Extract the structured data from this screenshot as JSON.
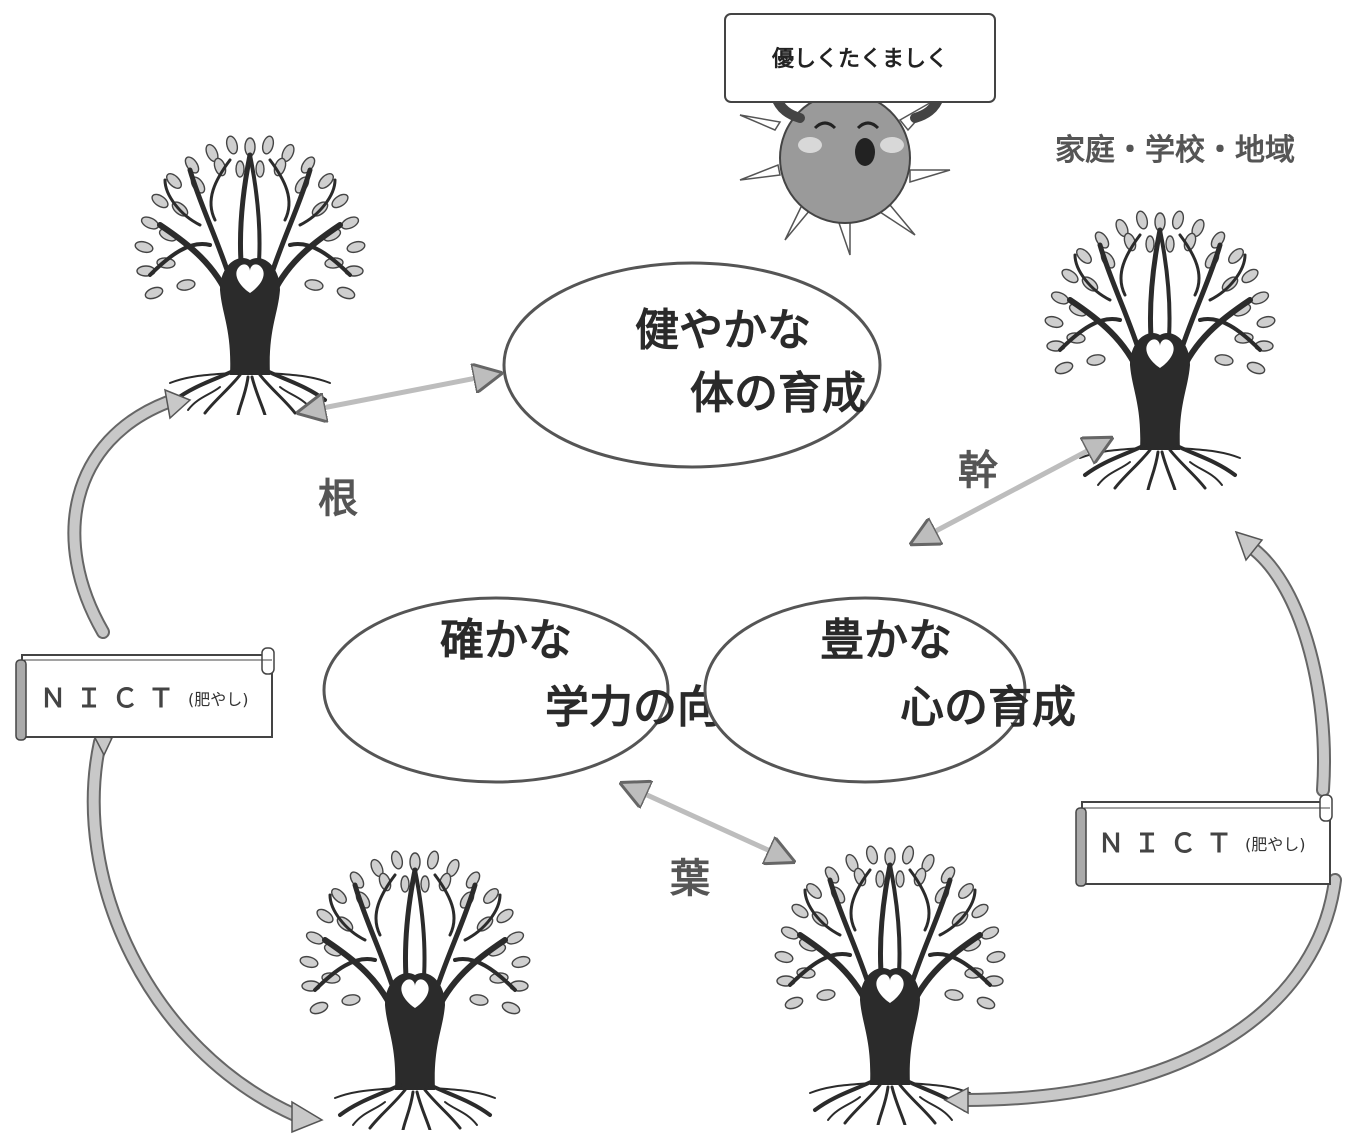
{
  "sun_sign": "優しくたくましく",
  "corner_label": "家庭・学校・地域",
  "goals": {
    "body": [
      "健やかな",
      "体の育成"
    ],
    "learning": [
      "確かな",
      "学力の向上"
    ],
    "heart": [
      "豊かな",
      "心の育成"
    ]
  },
  "parts": {
    "root": "根",
    "trunk": "幹",
    "leaf": "葉"
  },
  "nict_left": {
    "title": "ＮＩＣＴ",
    "sub": "(肥やし)"
  },
  "nict_right": {
    "title": "ＮＩＣＴ",
    "sub": "(肥やし)"
  },
  "colors": {
    "tree": "#2b2b2b",
    "arrow_fill": "#bdbdbd",
    "outline": "#555555"
  },
  "icons": [
    "sun-icon",
    "tree-icon",
    "heart-icon",
    "scroll-icon",
    "arrow-icon"
  ]
}
